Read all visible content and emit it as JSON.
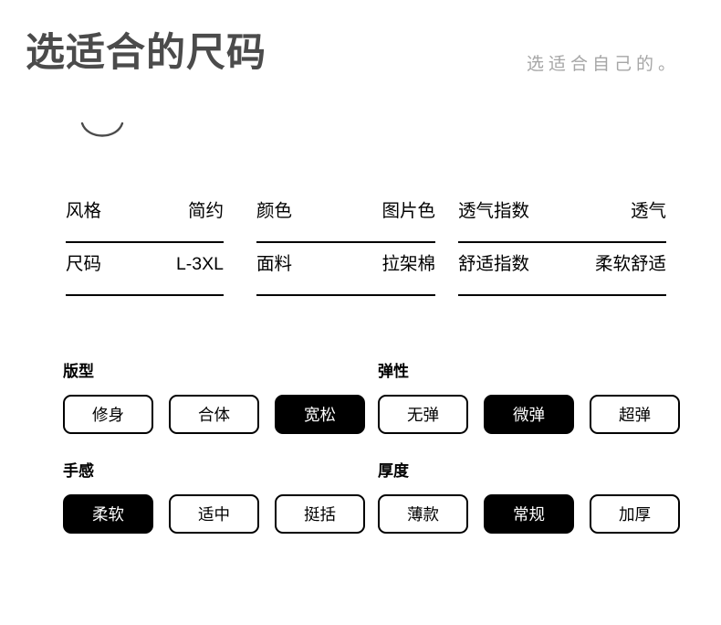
{
  "header": {
    "title": "选适合的尺码",
    "subtitle": "选适合自己的。",
    "decoration_icon": "arc-underline-icon"
  },
  "spec_table": {
    "rows": [
      [
        {
          "label": "风格",
          "value": "简约"
        },
        {
          "label": "颜色",
          "value": "图片色"
        },
        {
          "label": "透气指数",
          "value": "透气"
        }
      ],
      [
        {
          "label": "尺码",
          "value": "L-3XL"
        },
        {
          "label": "面料",
          "value": "拉架棉"
        },
        {
          "label": "舒适指数",
          "value": "柔软舒适"
        }
      ]
    ]
  },
  "option_groups": [
    {
      "label": "版型",
      "options": [
        {
          "label": "修身",
          "selected": false
        },
        {
          "label": "合体",
          "selected": false
        },
        {
          "label": "宽松",
          "selected": true
        }
      ]
    },
    {
      "label": "弹性",
      "options": [
        {
          "label": "无弹",
          "selected": false
        },
        {
          "label": "微弹",
          "selected": true
        },
        {
          "label": "超弹",
          "selected": false
        }
      ]
    },
    {
      "label": "手感",
      "options": [
        {
          "label": "柔软",
          "selected": true
        },
        {
          "label": "适中",
          "selected": false
        },
        {
          "label": "挺括",
          "selected": false
        }
      ]
    },
    {
      "label": "厚度",
      "options": [
        {
          "label": "薄款",
          "selected": false
        },
        {
          "label": "常规",
          "selected": true
        },
        {
          "label": "加厚",
          "selected": false
        }
      ]
    }
  ],
  "colors": {
    "title": "#4b4b4b",
    "subtitle": "#a6a6a6",
    "text": "#000000",
    "selected_background": "#000000",
    "selected_text": "#ffffff",
    "background": "#ffffff",
    "border": "#000000"
  }
}
